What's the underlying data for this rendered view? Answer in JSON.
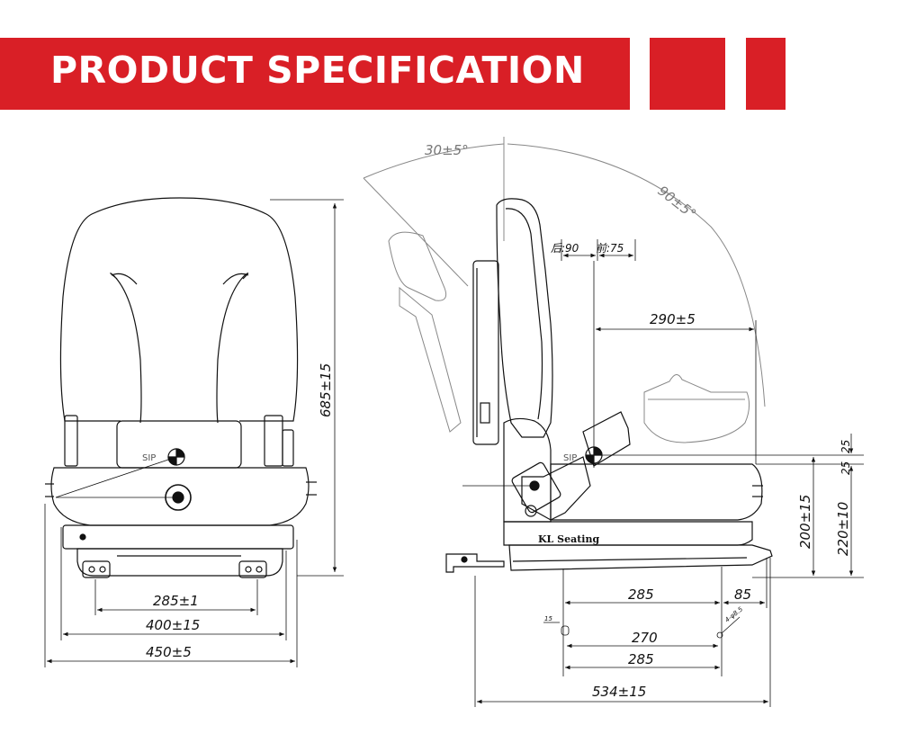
{
  "header": {
    "title": "PRODUCT SPECIFICATION",
    "accent_color": "#d91f26"
  },
  "front_view": {
    "sip_label": "SIP",
    "dims": {
      "height": "685±15",
      "mount_spacing": "285±1",
      "base_width": "400±15",
      "total_width": "450±5"
    }
  },
  "side_view": {
    "sip_label": "SIP",
    "brand": "KL Seating",
    "dims": {
      "recline_forward": "30±5°",
      "recline_back": "90±5°",
      "back_adjust_rear": "后:90",
      "back_adjust_front": "前:75",
      "depth_to_back": "290±5",
      "sip_offset": "25",
      "sip_offset_2": "25",
      "sip_height": "200±15",
      "seat_height": "220±10",
      "rail_length": "285",
      "rail_front": "85",
      "slot_width": "15",
      "hole_label": "4-φ8.5",
      "hole_spacing": "270",
      "mount_length": "285",
      "total_depth": "534±15"
    }
  }
}
